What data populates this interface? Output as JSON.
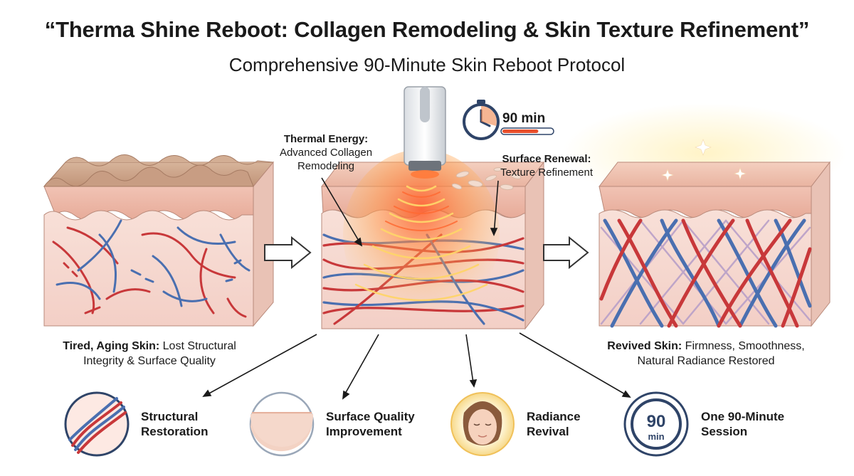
{
  "title": "“Therma Shine Reboot: Collagen Remodeling & Skin Texture Refinement”",
  "subtitle": "Comprehensive 90-Minute Skin Reboot Protocol",
  "timer": {
    "label": "90 min",
    "progress": 0.72
  },
  "annotations": {
    "thermal": {
      "heading": "Thermal Energy:",
      "line1": "Advanced Collagen",
      "line2": "Remodeling"
    },
    "surface": {
      "heading": "Surface Renewal:",
      "line1": "Texture Refinement"
    }
  },
  "before": {
    "bold": "Tired, Aging Skin:",
    "text1": " Lost Structural",
    "text2": "Integrity & Surface Quality"
  },
  "after": {
    "bold": "Revived Skin:",
    "text1": " Firmness, Smoothness,",
    "text2": "Natural Radiance Restored"
  },
  "benefits": [
    {
      "line1": "Structural",
      "line2": "Restoration",
      "icon": "collagen-fiber-icon"
    },
    {
      "line1": "Surface Quality",
      "line2": "Improvement",
      "icon": "smooth-skin-icon"
    },
    {
      "line1": "Radiance",
      "line2": "Revival",
      "icon": "glowing-face-icon"
    },
    {
      "line1": "One 90-Minute",
      "line2": "Session",
      "icon": "clock-icon"
    }
  ],
  "clock_icon": {
    "top": "90",
    "bottom": "min"
  },
  "colors": {
    "red_fiber": "#c8383a",
    "blue_fiber": "#4a6fb0",
    "skin_pink": "#f6d9d2",
    "heat_orange": "#f07a3a",
    "dark_navy": "#2f4468"
  }
}
